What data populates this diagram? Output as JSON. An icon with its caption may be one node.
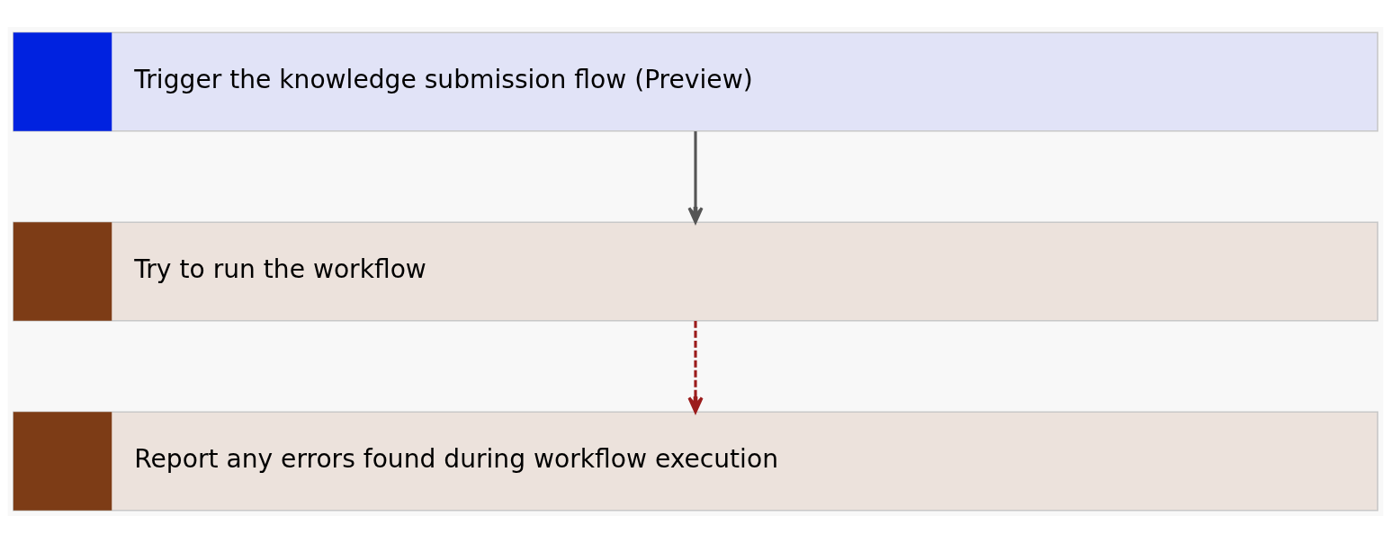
{
  "diagram": {
    "nodes": [
      {
        "text": [
          "Trigger the knowledge submission flow (Preview)"
        ]
      },
      {
        "text": [
          "Try to run the workflow"
        ]
      },
      {
        "text": [
          "Report any errors found during workflow execution"
        ]
      }
    ],
    "edges": [
      {
        "from": 0,
        "to": 1,
        "arrow": "to"
      },
      {
        "from": 1,
        "to": 2,
        "arrow": "to",
        "style": "dashed",
        "color": "#9b1c1c"
      }
    ]
  }
}
